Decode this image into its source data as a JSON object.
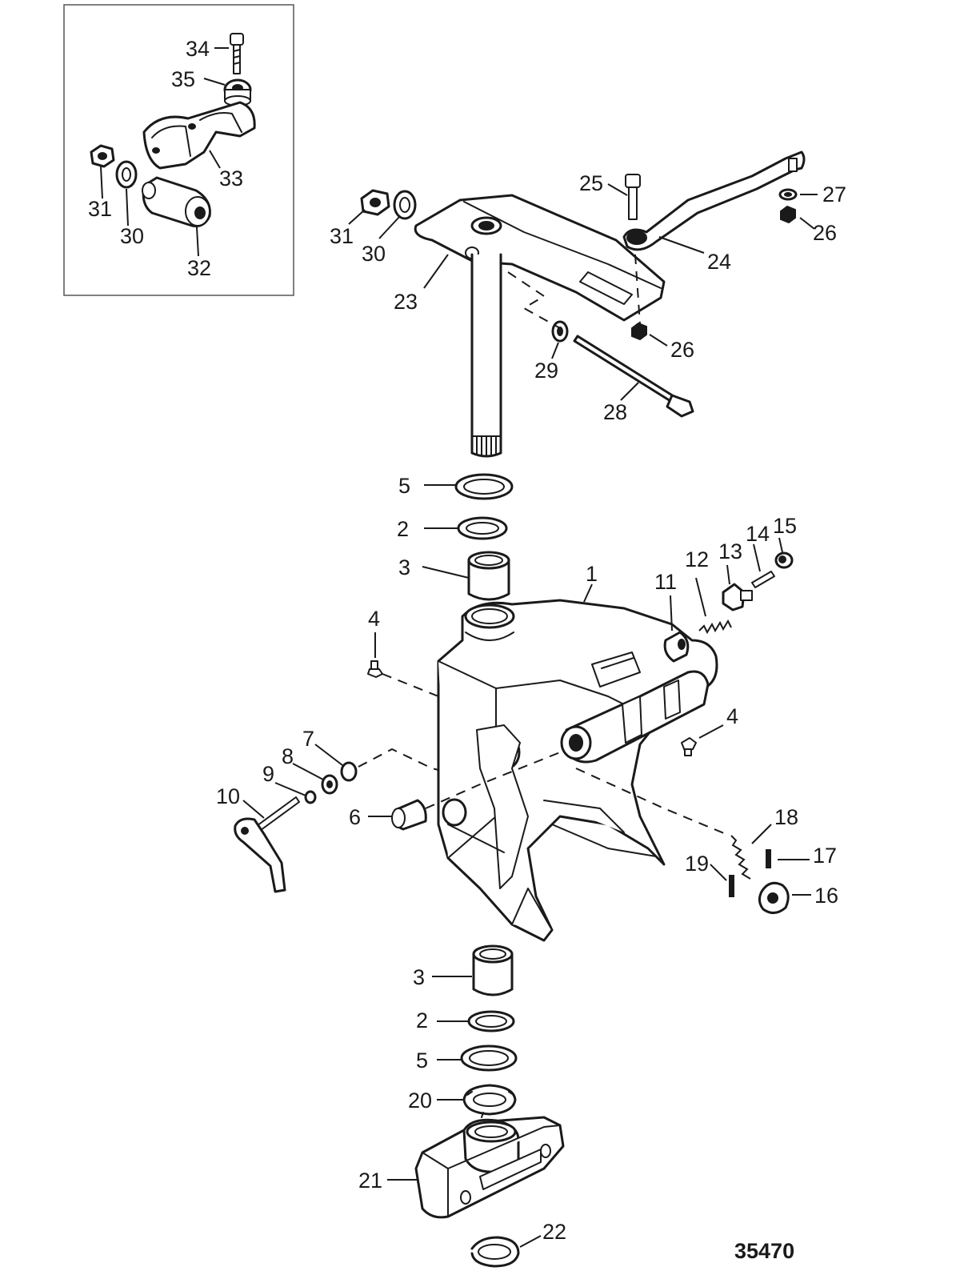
{
  "diagram": {
    "document_number": "35470",
    "callouts": {
      "c1": "1",
      "c2a": "2",
      "c2b": "2",
      "c3a": "3",
      "c3b": "3",
      "c4a": "4",
      "c4b": "4",
      "c5a": "5",
      "c5b": "5",
      "c6": "6",
      "c7": "7",
      "c8": "8",
      "c9": "9",
      "c10": "10",
      "c11": "11",
      "c12": "12",
      "c13": "13",
      "c14": "14",
      "c15": "15",
      "c16": "16",
      "c17": "17",
      "c18": "18",
      "c19": "19",
      "c20": "20",
      "c21": "21",
      "c22": "22",
      "c23": "23",
      "c24": "24",
      "c25": "25",
      "c26a": "26",
      "c26b": "26",
      "c27": "27",
      "c28": "28",
      "c29": "29",
      "c30a": "30",
      "c30b": "30",
      "c31a": "31",
      "c31b": "31",
      "c32": "32",
      "c33": "33",
      "c34": "34",
      "c35": "35"
    }
  }
}
